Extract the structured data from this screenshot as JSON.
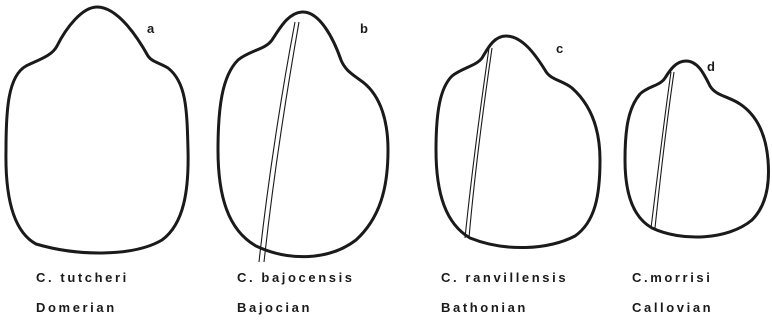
{
  "specimens": [
    {
      "letter": "a",
      "species": "C. tutcheri",
      "stage": "Domerian"
    },
    {
      "letter": "b",
      "species": "C. bajocensis",
      "stage": "Bajocian"
    },
    {
      "letter": "c",
      "species": "C. ranvillensis",
      "stage": "Bathonian"
    },
    {
      "letter": "d",
      "species": "C.morrisi",
      "stage": "Callovian"
    }
  ]
}
